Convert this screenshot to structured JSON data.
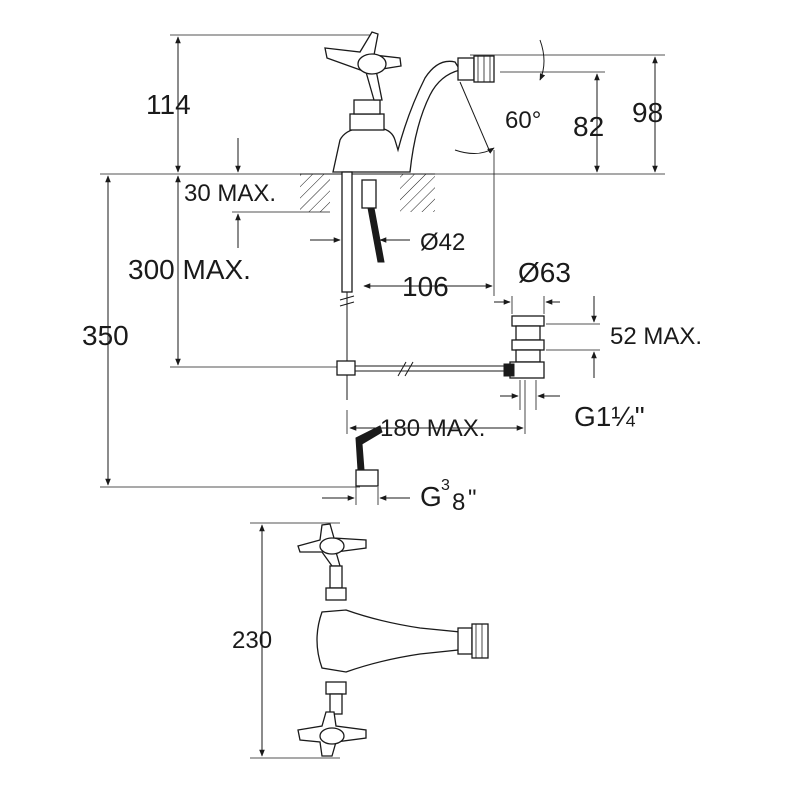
{
  "dimensions": {
    "d114": "114",
    "d30max": "30 MAX.",
    "d300max": "300 MAX.",
    "d350": "350",
    "d60deg": "60°",
    "d82": "82",
    "d98": "98",
    "dia42": "Ø42",
    "d106": "106",
    "dia63": "Ø63",
    "d52max": "52 MAX.",
    "g114": "G1¼\"",
    "d180max": "180 MAX.",
    "g38_prefix": "G",
    "g38_sup": "3",
    "g38_sub": "8",
    "g38_suffix": "\"",
    "d230": "230"
  }
}
